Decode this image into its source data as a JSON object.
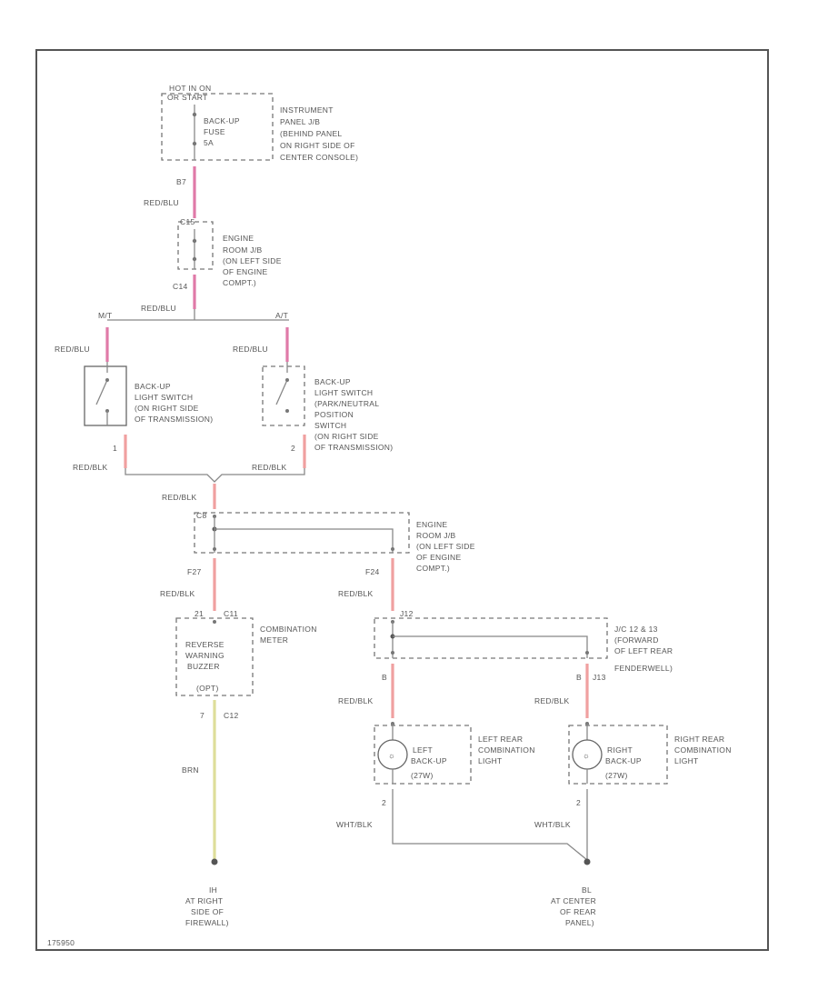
{
  "colors": {
    "frame": "#555555",
    "wire_default": "#888888",
    "red_blu_wire": "#e07aa8",
    "red_blk_wire": "#f0a0a0",
    "brn_wire": "#dede9a",
    "text": "#555555"
  },
  "labels": {
    "fuse_hot": "HOT IN ON",
    "fuse_hot2": "OR START",
    "fuse_name1": "BACK-UP",
    "fuse_name2": "FUSE",
    "fuse_name3": "5A",
    "ip_jb_1": "INSTRUMENT",
    "ip_jb_2": "PANEL J/B",
    "ip_jb_3": "(BEHIND PANEL",
    "ip_jb_4": "ON RIGHT SIDE OF",
    "ip_jb_5": "CENTER CONSOLE)",
    "conn_b7": "B7",
    "wire_red_blu_1": "RED/BLU",
    "conn_c15": "C15",
    "conn_c14": "C14",
    "eng_jb1_1": "ENGINE",
    "eng_jb1_2": "ROOM J/B",
    "eng_jb1_3": "(ON LEFT SIDE",
    "eng_jb1_4": "OF ENGINE",
    "eng_jb1_5": "COMPT.)",
    "wire_red_blu_2": "RED/BLU",
    "mt_label": "M/T",
    "at_label": "A/T",
    "wire_red_blu_mt": "RED/BLU",
    "wire_red_blu_at": "RED/BLU",
    "bu_sw_mt_1": "BACK-UP",
    "bu_sw_mt_2": "LIGHT SWITCH",
    "bu_sw_mt_3": "(ON RIGHT SIDE",
    "bu_sw_mt_4": "OF TRANSMISSION)",
    "bu_sw_at_1": "BACK-UP",
    "bu_sw_at_2": "LIGHT SWITCH",
    "bu_sw_at_3": "(PARK/NEUTRAL",
    "bu_sw_at_4": "POSITION",
    "bu_sw_at_5": "SWITCH",
    "bu_sw_at_6": "(ON RIGHT SIDE",
    "bu_sw_at_7": "OF TRANSMISSION)",
    "pin_1": "1",
    "pin_2": "2",
    "wire_red_blk_l": "RED/BLK",
    "wire_red_blk_r": "RED/BLK",
    "wire_red_blk_c": "RED/BLK",
    "conn_c8": "C8",
    "eng_jb2_1": "ENGINE",
    "eng_jb2_2": "ROOM J/B",
    "eng_jb2_3": "(ON LEFT SIDE",
    "eng_jb2_4": "OF ENGINE",
    "eng_jb2_5": "COMPT.)",
    "conn_f27": "F27",
    "conn_f24": "F24",
    "wire_red_blk_f27": "RED/BLK",
    "wire_red_blk_f24": "RED/BLK",
    "conn_c11": "21",
    "conn_c11b": "C11",
    "combo_meter_1": "COMBINATION",
    "combo_meter_2": "METER",
    "buzzer_1": "REVERSE",
    "buzzer_2": "WARNING",
    "buzzer_3": "BUZZER",
    "buzzer_4": "(OPT)",
    "pin_7": "7",
    "conn_c12": "C12",
    "wire_brn": "BRN",
    "conn_j12": "J12",
    "jc_1": "J/C 12 & 13",
    "jc_2": "(FORWARD",
    "jc_3": "OF LEFT REAR",
    "jc_4": "FENDERWELL)",
    "conn_j13": "J13",
    "pin_b_l": "B",
    "pin_b_r": "B",
    "wire_red_blk_ll": "RED/BLK",
    "wire_red_blk_rl": "RED/BLK",
    "left_lamp_1": "LEFT",
    "left_lamp_2": "BACK-UP",
    "left_lamp_3": "(27W)",
    "left_combo_1": "LEFT REAR",
    "left_combo_2": "COMBINATION",
    "left_combo_3": "LIGHT",
    "right_lamp_1": "RIGHT",
    "right_lamp_2": "BACK-UP",
    "right_lamp_3": "(27W)",
    "right_combo_1": "RIGHT REAR",
    "right_combo_2": "COMBINATION",
    "right_combo_3": "LIGHT",
    "pin_2_l": "2",
    "pin_2_r": "2",
    "wire_wht_blk_l": "WHT/BLK",
    "wire_wht_blk_r": "WHT/BLK",
    "gnd_h_1": "IH",
    "gnd_h_2": "AT RIGHT",
    "gnd_h_3": "SIDE OF",
    "gnd_h_4": "FIREWALL)",
    "gnd_bl_1": "BL",
    "gnd_bl_2": "AT CENTER",
    "gnd_bl_3": "OF REAR",
    "gnd_bl_4": "PANEL)",
    "figure_id": "175950"
  }
}
